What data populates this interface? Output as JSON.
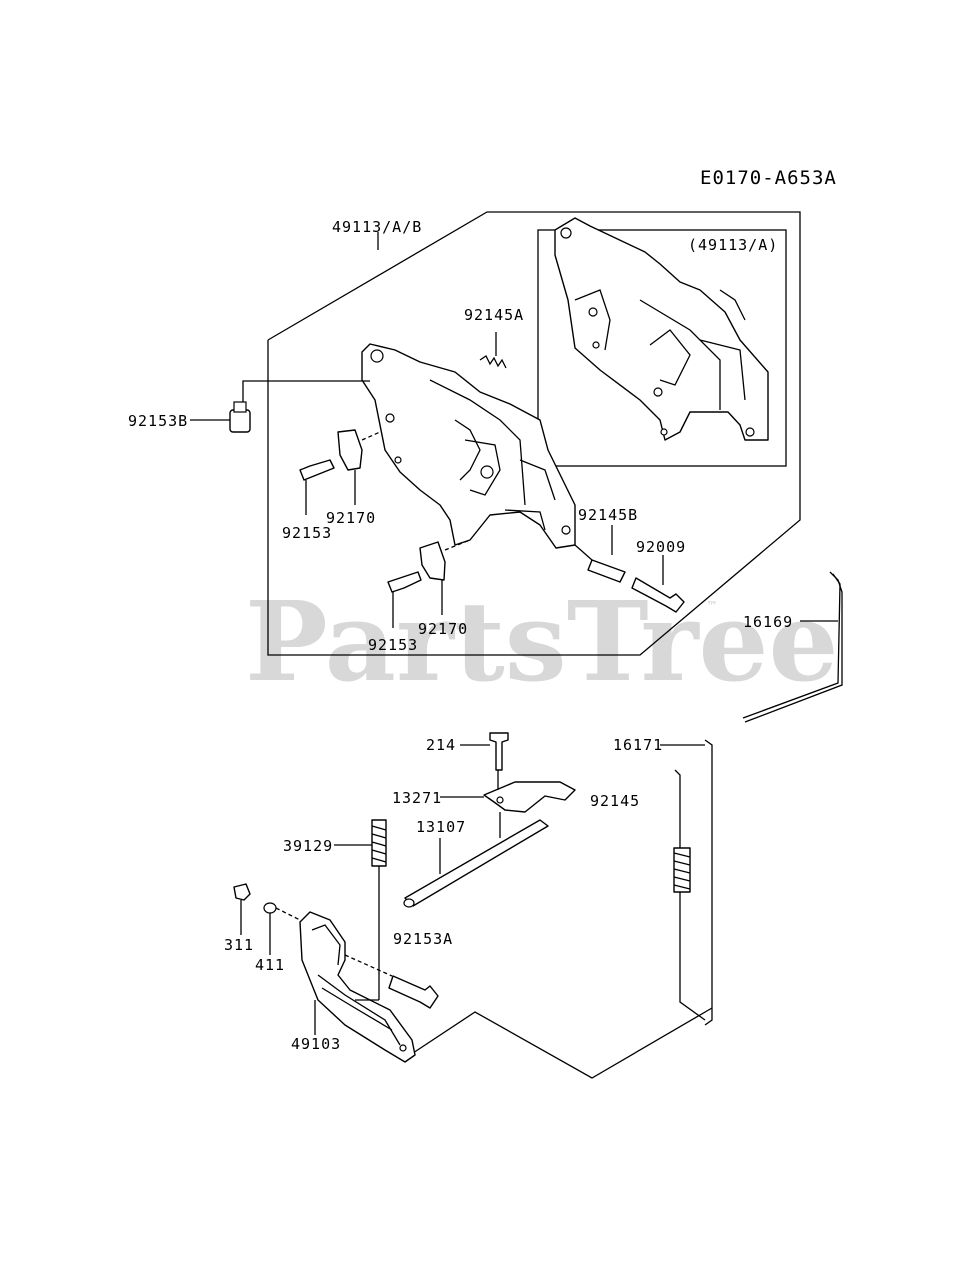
{
  "diagram_code": "E0170-A653A",
  "watermark": "PartsTree",
  "watermark_tm": "™",
  "inset_label": "(49113/A)",
  "labels": {
    "assy_49113": "49113/A/B",
    "p92145A": "92145A",
    "p92153B": "92153B",
    "p92153_upper": "92153",
    "p92170_upper": "92170",
    "p92145B": "92145B",
    "p92009": "92009",
    "p92153_lower": "92153",
    "p92170_lower": "92170",
    "p16169": "16169",
    "p214": "214",
    "p16171": "16171",
    "p13271": "13271",
    "p92145": "92145",
    "p13107": "13107",
    "p39129": "39129",
    "p92153A": "92153A",
    "p311": "311",
    "p411": "411",
    "p49103": "49103"
  }
}
